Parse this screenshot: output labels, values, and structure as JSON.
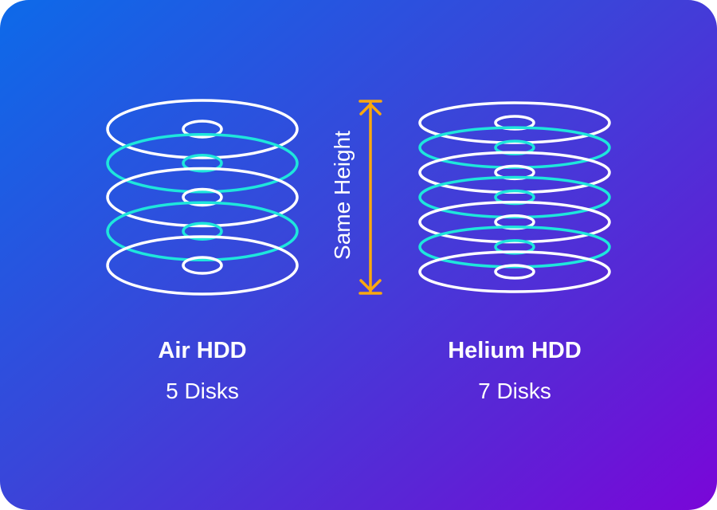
{
  "colors": {
    "disk_white": "#ffffff",
    "disk_teal": "#1ee6dc",
    "arrow": "#f9a80f"
  },
  "arrow_label": "Same Height",
  "stacks": [
    {
      "title": "Air HDD",
      "subtitle": "5 Disks",
      "disk_count": 5
    },
    {
      "title": "Helium HDD",
      "subtitle": "7 Disks",
      "disk_count": 7
    }
  ]
}
